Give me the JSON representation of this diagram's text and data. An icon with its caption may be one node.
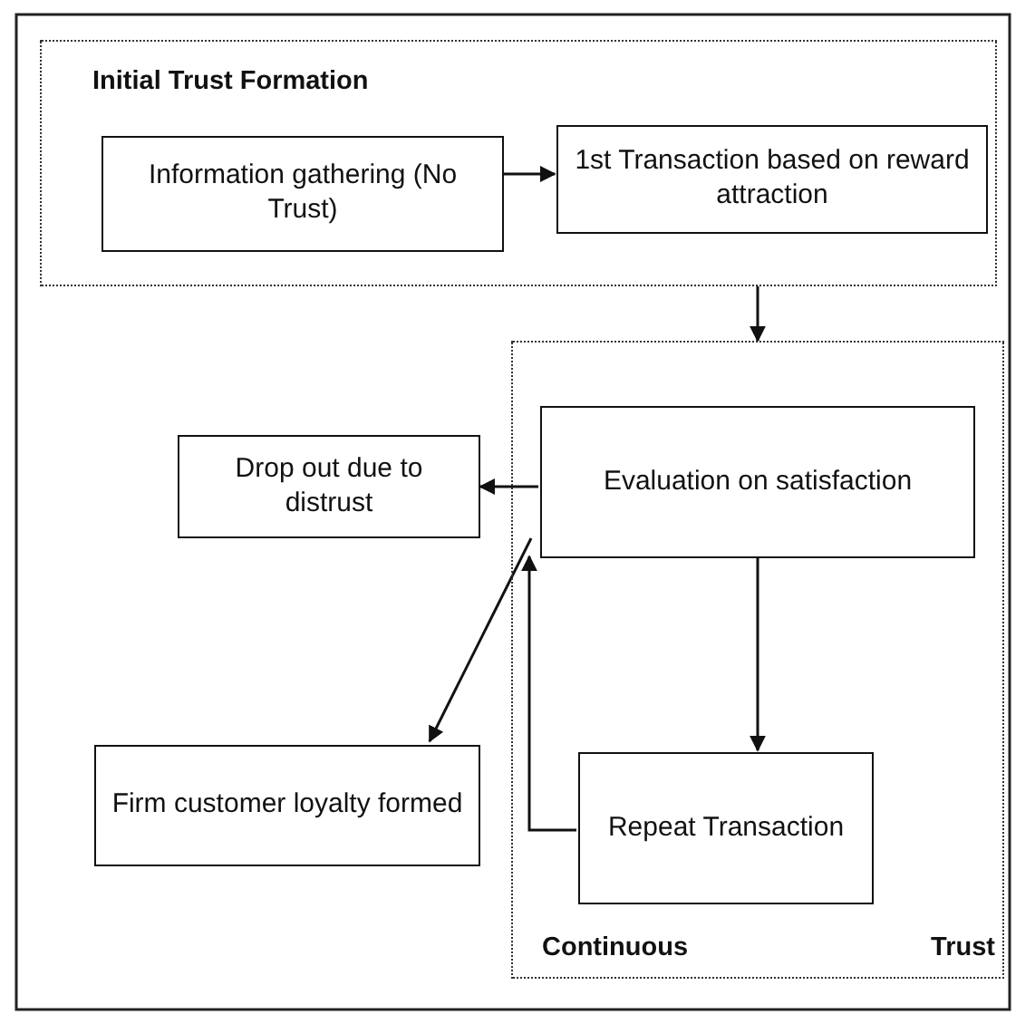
{
  "diagram": {
    "nodes": [
      {
        "text": [
          "Initial Trust Formation"
        ]
      },
      {
        "text": [
          "Information gathering (No Trust)"
        ],
        "in": 0
      },
      {
        "text": [
          "1st Transaction based on reward attraction"
        ],
        "in": 0
      },
      {
        "text": [
          "Continuous",
          "Trust"
        ]
      },
      {
        "text": [
          "Evaluation on satisfaction"
        ],
        "in": 3
      },
      {
        "text": [
          "Repeat Transaction"
        ],
        "in": 3
      },
      {
        "text": [
          "Drop out due to distrust"
        ]
      },
      {
        "text": [
          "Firm customer loyalty formed"
        ]
      }
    ],
    "edges": [
      {
        "from": 1,
        "to": 2,
        "arrow": "to"
      },
      {
        "from": 0,
        "to": 3,
        "arrow": "to"
      },
      {
        "from": 4,
        "to": 6,
        "arrow": "to"
      },
      {
        "from": 4,
        "to": 5,
        "arrow": "to"
      },
      {
        "from": 5,
        "to": 4,
        "arrow": "to"
      },
      {
        "from": 4,
        "to": 7,
        "arrow": "to"
      }
    ]
  }
}
